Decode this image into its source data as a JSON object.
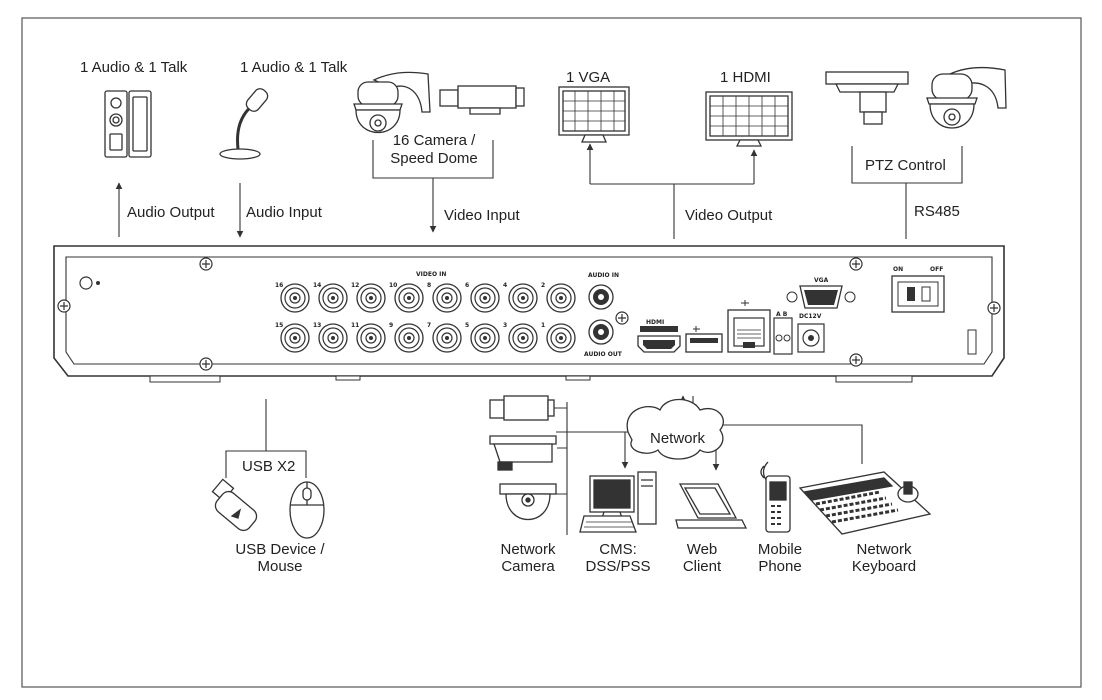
{
  "labels": {
    "audio_talk_left": "1 Audio  & 1 Talk",
    "audio_talk_right": "1 Audio & 1 Talk",
    "camera_line1": "16  Camera /",
    "camera_line2": "Speed Dome",
    "vga": "1 VGA",
    "hdmi": "1 HDMI",
    "ptz_control": "PTZ Control",
    "rs485": "RS485",
    "audio_output": "Audio  Output",
    "audio_input": "Audio  Input",
    "video_input": "Video Input",
    "video_output": "Video Output",
    "usb_x2": "USB X2",
    "usb_device_line1": "USB Device /",
    "usb_device_line2": "Mouse",
    "network": "Network",
    "network_camera_line1": "Network",
    "network_camera_line2": "Camera",
    "cms_line1": "CMS:",
    "cms_line2": "DSS/PSS",
    "web_client_line1": "Web",
    "web_client_line2": "Client",
    "mobile_phone_line1": "Mobile",
    "mobile_phone_line2": "Phone",
    "network_keyboard_line1": "Network",
    "network_keyboard_line2": "Keyboard"
  },
  "panel": {
    "video_in": "VIDEO IN",
    "audio_in": "AUDIO IN",
    "audio_out": "AUDIO OUT",
    "vga": "VGA",
    "hdmi": "HDMI",
    "ab": "A B",
    "dc": "DC12V",
    "on": "ON",
    "off": "OFF",
    "bnc_top": [
      "16",
      "14",
      "12",
      "10",
      "8",
      "6",
      "4",
      "2"
    ],
    "bnc_bottom": [
      "15",
      "13",
      "11",
      "9",
      "7",
      "5",
      "3",
      "1"
    ]
  }
}
